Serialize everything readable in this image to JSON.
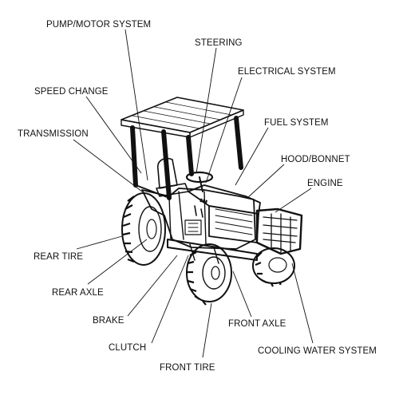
{
  "diagram": {
    "labels": {
      "pump_motor": "PUMP/MOTOR SYSTEM",
      "steering": "STEERING",
      "electrical": "ELECTRICAL SYSTEM",
      "speed_change": "SPEED CHANGE",
      "fuel": "FUEL SYSTEM",
      "transmission": "TRANSMISSION",
      "hood": "HOOD/BONNET",
      "engine": "ENGINE",
      "rear_tire": "REAR TIRE",
      "rear_axle": "REAR AXLE",
      "brake": "BRAKE",
      "clutch": "CLUTCH",
      "front_axle": "FRONT AXLE",
      "front_tire": "FRONT TIRE",
      "cooling": "COOLING WATER SYSTEM"
    }
  }
}
